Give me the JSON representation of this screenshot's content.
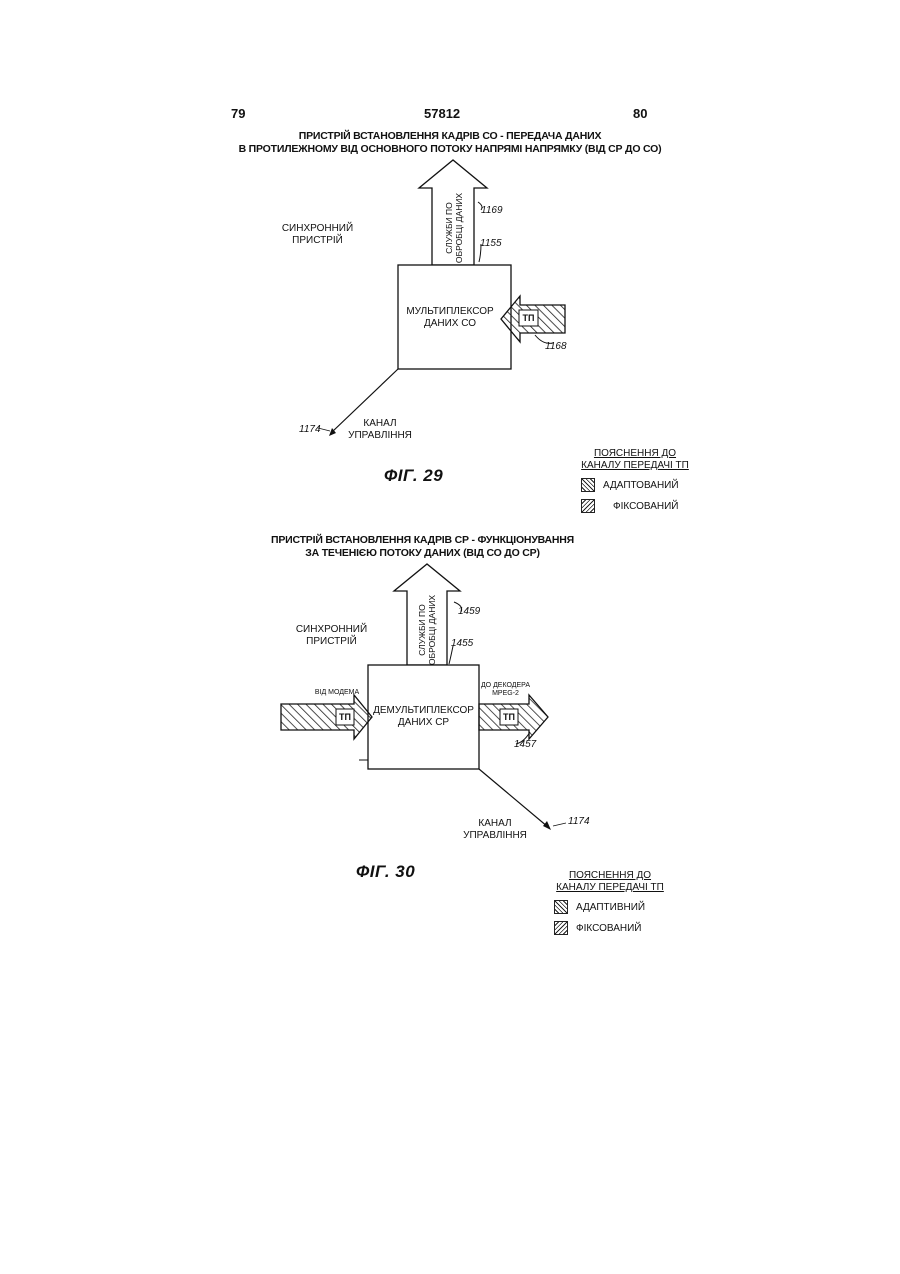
{
  "header": {
    "page_left": "79",
    "doc_number": "57812",
    "page_right": "80"
  },
  "fig29": {
    "title_line1": "ПРИСТРІЙ ВСТАНОВЛЕННЯ КАДРІВ СО - ПЕРЕДАЧА ДАНИХ",
    "title_line2": "В ПРОТИЛЕЖНОМУ ВІД ОСНОВНОГО ПОТОКУ НАПРЯМІ НАПРЯМКУ (ВІД СР ДО СО)",
    "sync_line1": "СИНХРОННИЙ",
    "sync_line2": "ПРИСТРІЙ",
    "services_line1": "СЛУЖБИ ПО",
    "services_line2": "ОБРОБЦІ ДАНИХ",
    "ref_arrow": "1169",
    "ref_box": "1155",
    "box_line1": "МУЛЬТИПЛЕКСОР",
    "box_line2": "ДАНИХ СО",
    "tp": "ТП",
    "ref_input": "1168",
    "ref_channel": "1174",
    "channel_line1": "КАНАЛ",
    "channel_line2": "УПРАВЛІННЯ",
    "caption": "ФІГ. 29",
    "legend_title1": "ПОЯСНЕННЯ ДО",
    "legend_title2": "КАНАЛУ ПЕРЕДАЧІ ТП",
    "legend_adaptive": "АДАПТОВАНИЙ",
    "legend_fixed": "ФІКСОВАНИЙ"
  },
  "fig30": {
    "title_line1": "ПРИСТРІЙ ВСТАНОВЛЕННЯ КАДРІВ СР - ФУНКЦІОНУВАННЯ",
    "title_line2": "ЗА ТЕЧЕНІЄЮ ПОТОКУ ДАНИХ (ВІД СО ДО СР)",
    "sync_line1": "СИНХРОННИЙ",
    "sync_line2": "ПРИСТРІЙ",
    "services_line1": "СЛУЖБИ ПО",
    "services_line2": "ОБРОБЦІ ДАНИХ",
    "ref_arrow": "1459",
    "ref_box": "1455",
    "from_modem": "ВІД МОДЕМА",
    "to_decoder_line1": "ДО ДЕКОДЕРА",
    "to_decoder_line2": "MPEG-2",
    "box_line1": "ДЕМУЛЬТИПЛЕКСОР",
    "box_line2": "ДАНИХ СР",
    "tp_in": "ТП",
    "tp_out": "ТП",
    "ref_output": "1457",
    "ref_channel": "1174",
    "channel_line1": "КАНАЛ",
    "channel_line2": "УПРАВЛІННЯ",
    "caption": "ФІГ. 30",
    "legend_title1": "ПОЯСНЕННЯ ДО",
    "legend_title2": "КАНАЛУ ПЕРЕДАЧІ ТП",
    "legend_adaptive": "АДАПТИВНИЙ",
    "legend_fixed": "ФІКСОВАНИЙ"
  }
}
